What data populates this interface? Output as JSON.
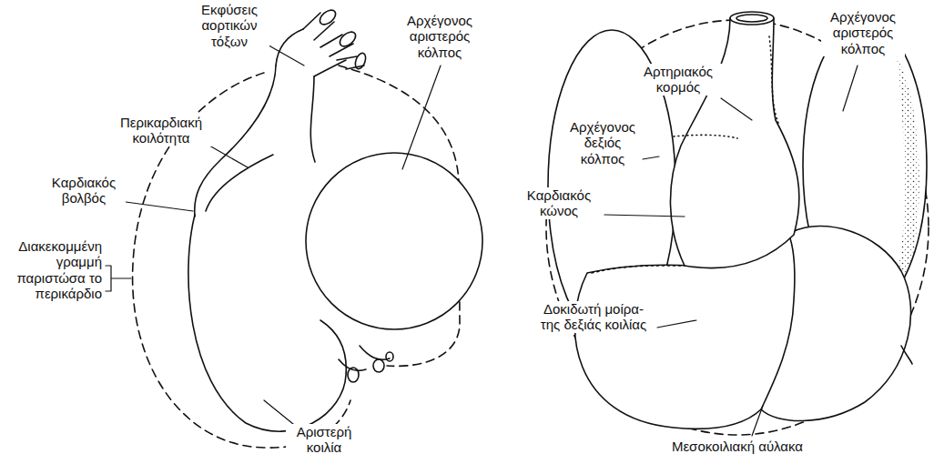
{
  "diagram": {
    "labels": [
      "Εκφύσεις αορτικών τόξων",
      "Αρχέγονος αριστερός κόλπος",
      "Περικαρδιακή κοιλότητα",
      "Καρδιακός βολβός",
      "Διακεκομμένη γραμμή παριστώσα το περικάρδιο",
      "Αριστερή κοιλία",
      "Αρτηριακός κορμός",
      "Αρχέγονος αριστερός κόλπος",
      "Αρχέγονος δεξιός κόλπος",
      "Καρδιακός κώνος",
      "Δοκιδωτή μοίρα- της δεξιάς κοιλίας",
      "Μεσοκοιλιακή αύλακα"
    ]
  }
}
